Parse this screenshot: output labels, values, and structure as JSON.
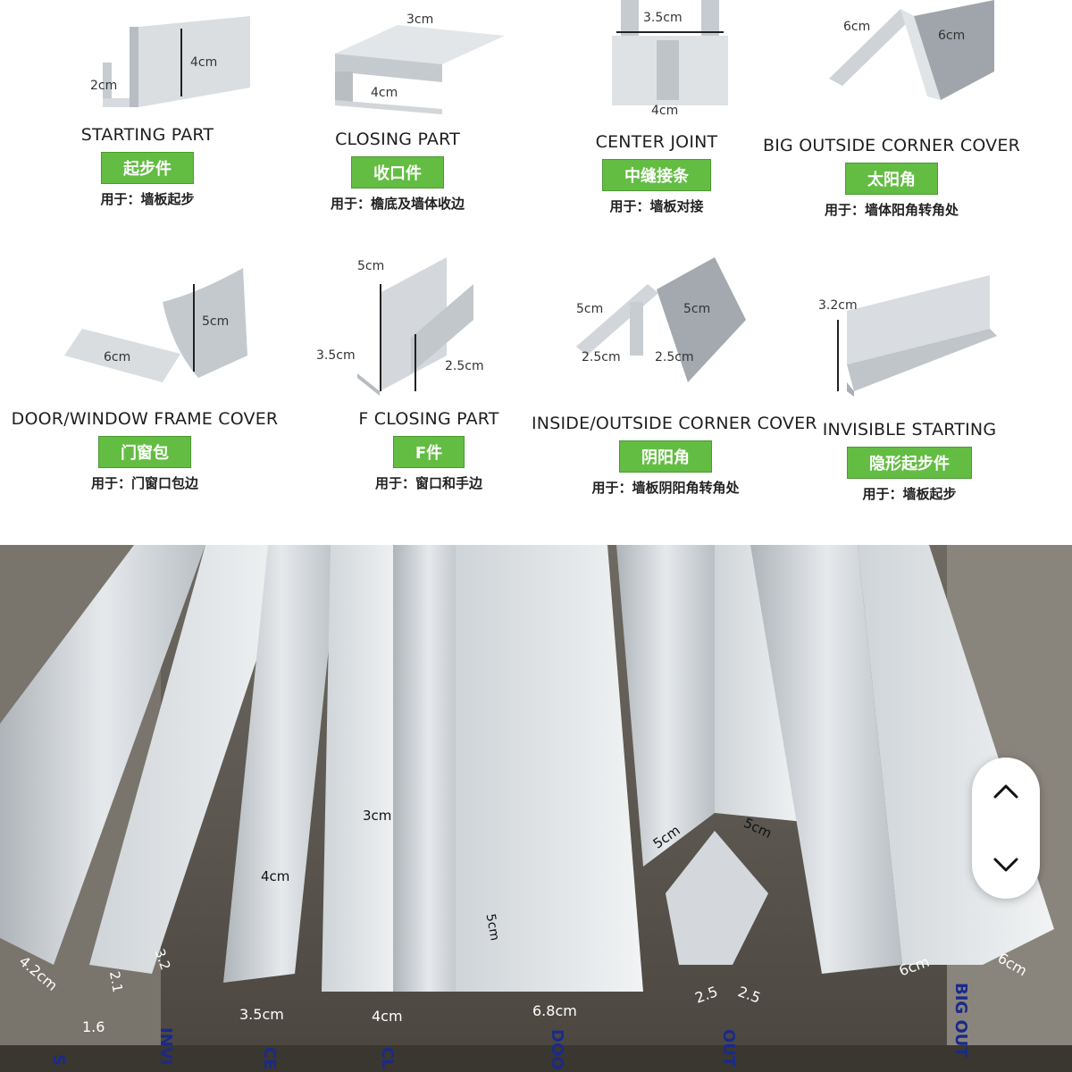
{
  "catalog": {
    "items": [
      {
        "title": "STARTING PART",
        "tag": "起步件",
        "usage": "用于：墙板起步",
        "dims": [
          "4cm",
          "2cm"
        ]
      },
      {
        "title": "CLOSING PART",
        "tag": "收口件",
        "usage": "用于：檐底及墙体收边",
        "dims": [
          "3cm",
          "4cm"
        ]
      },
      {
        "title": "CENTER JOINT",
        "tag": "中缝接条",
        "usage": "用于：墙板对接",
        "dims": [
          "3.5cm",
          "4cm"
        ]
      },
      {
        "title": "BIG OUTSIDE CORNER COVER",
        "tag": "太阳角",
        "usage": "用于：墙体阳角转角处",
        "dims": [
          "6cm",
          "6cm"
        ]
      },
      {
        "title": "DOOR/WINDOW FRAME COVER",
        "tag": "门窗包",
        "usage": "用于：门窗口包边",
        "dims": [
          "5cm",
          "6cm"
        ]
      },
      {
        "title": "F CLOSING PART",
        "tag": "F件",
        "usage": "用于：窗口和手边",
        "dims": [
          "5cm",
          "3.5cm",
          "2.5cm"
        ]
      },
      {
        "title": "INSIDE/OUTSIDE CORNER COVER",
        "tag": "阴阳角",
        "usage": "用于：墙板阴阳角转角处",
        "dims": [
          "5cm",
          "5cm",
          "2.5cm",
          "2.5cm"
        ]
      },
      {
        "title": "INVISIBLE STARTING",
        "tag": "隐形起步件",
        "usage": "用于：墙板起步",
        "dims": [
          "3.2cm"
        ]
      }
    ]
  },
  "photo": {
    "labels": [
      "4.2cm",
      "2.1",
      "1.6",
      "3.2",
      "4cm",
      "3.5cm",
      "3cm",
      "4cm",
      "5cm",
      "6.8cm",
      "5cm",
      "5cm",
      "2.5",
      "2.5",
      "6cm",
      "6cm"
    ],
    "bottom_words": [
      "S",
      "INVI",
      "CE",
      "CL",
      "DOO",
      "OUT",
      "BIG OUT"
    ]
  },
  "controls": {
    "up_icon": "chevron-up-icon",
    "down_icon": "chevron-down-icon"
  },
  "colors": {
    "tag_green": "#63bd43",
    "aluminum": "#c9ced2",
    "label_blue": "#1a2a8a"
  }
}
